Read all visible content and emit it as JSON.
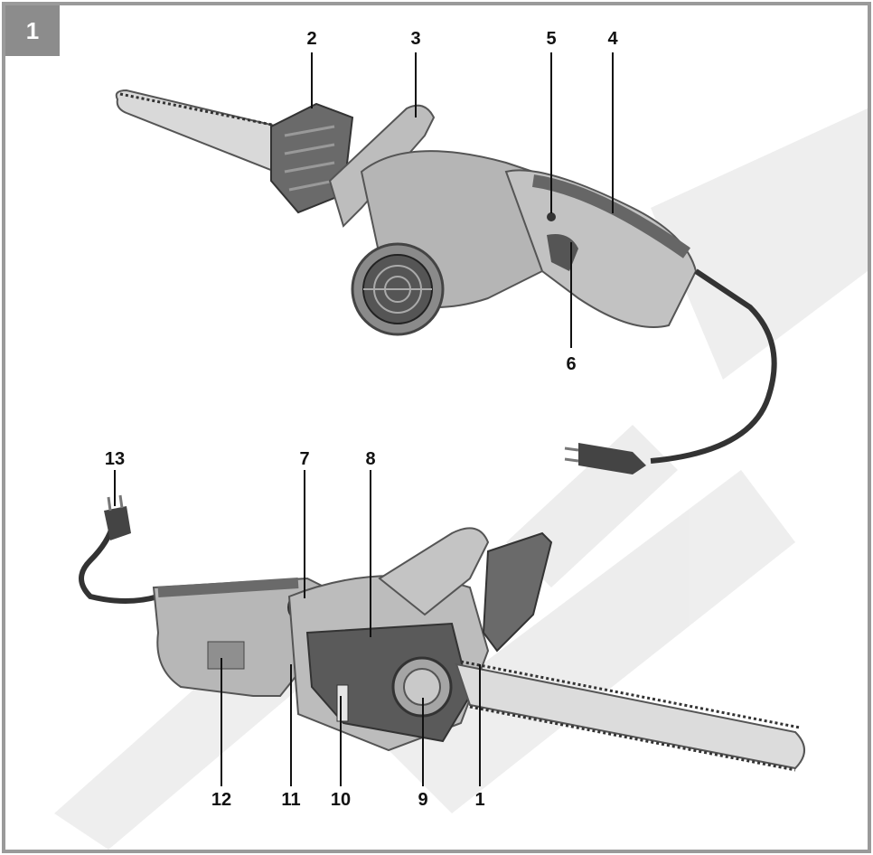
{
  "figure": {
    "number": "1"
  },
  "callouts": {
    "c1": "1",
    "c2": "2",
    "c3": "3",
    "c4": "4",
    "c5": "5",
    "c6": "6",
    "c7": "7",
    "c8": "8",
    "c9": "9",
    "c10": "10",
    "c11": "11",
    "c12": "12",
    "c13": "13"
  },
  "colors": {
    "frame_border": "#9a9a9a",
    "badge_bg": "#8c8c8c",
    "body_light": "#b9b9b9",
    "body_dark": "#6f6f6f",
    "watermark": "#e9e9e9"
  }
}
